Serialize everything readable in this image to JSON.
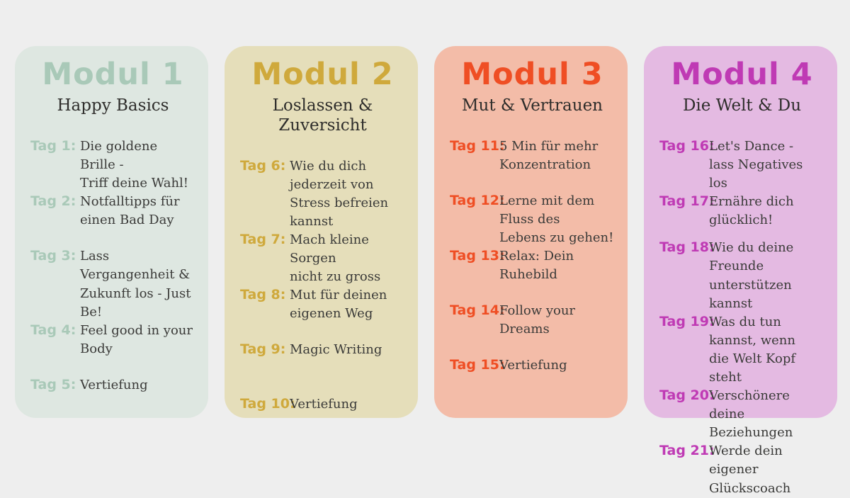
{
  "page": {
    "background": "#eeeeee",
    "text_color": "#3a3a38"
  },
  "modules": [
    {
      "title": "Modul 1",
      "subtitle": "Happy Basics",
      "colors": {
        "card": "#dee7e1",
        "accent": "#a9c9b8"
      },
      "items": [
        {
          "label": "Tag 1:",
          "line1": "Die goldene Brille -",
          "line2": "Triff deine Wahl!"
        },
        {
          "label": "Tag 2:",
          "line1": "Notfalltipps für",
          "line2": "einen Bad Day"
        },
        {
          "label": "Tag 3:",
          "line1": "Lass Vergangenheit &",
          "line2": "Zukunft los - Just Be!"
        },
        {
          "label": "Tag 4:",
          "line1": "Feel good in your Body"
        },
        {
          "label": "Tag 5:",
          "line1": "Vertiefung"
        }
      ]
    },
    {
      "title": "Modul 2",
      "subtitle": "Loslassen & Zuversicht",
      "colors": {
        "card": "#e5deba",
        "accent": "#cfa93c"
      },
      "items": [
        {
          "label": "Tag 6:",
          "line1": "Wie du dich jederzeit von",
          "line2": "Stress befreien kannst"
        },
        {
          "label": "Tag 7:",
          "line1": "Mach kleine Sorgen",
          "line2": "nicht zu gross"
        },
        {
          "label": "Tag 8:",
          "line1": "Mut für deinen",
          "line2": "eigenen Weg"
        },
        {
          "label": "Tag 9:",
          "line1": "Magic Writing"
        },
        {
          "label": "Tag 10:",
          "line1": "Vertiefung"
        }
      ]
    },
    {
      "title": "Modul 3",
      "subtitle": "Mut & Vertrauen",
      "colors": {
        "card": "#f3bca8",
        "accent": "#ef4e24"
      },
      "items": [
        {
          "label": "Tag 11:",
          "line1": "5 Min für mehr",
          "line2": "Konzentration"
        },
        {
          "label": "Tag 12:",
          "line1": "Lerne mit dem Fluss des",
          "line2": "Lebens  zu gehen!"
        },
        {
          "label": "Tag 13:",
          "line1": "Relax: Dein Ruhebild"
        },
        {
          "label": "Tag 14:",
          "line1": "Follow your Dreams"
        },
        {
          "label": "Tag 15:",
          "line1": "Vertiefung"
        }
      ]
    },
    {
      "title": "Modul 4",
      "subtitle": "Die Welt & Du",
      "colors": {
        "card": "#e4bae2",
        "accent": "#bf3ab4"
      },
      "items": [
        {
          "label": "Tag 16:",
          "line1": "Let's Dance -",
          "line2": "lass Negatives los"
        },
        {
          "label": "Tag 17:",
          "line1": "Ernähre dich glücklich!"
        },
        {
          "label": "Tag 18:",
          "line1": "Wie du deine Freunde",
          "line2": "unterstützen kannst"
        },
        {
          "label": "Tag 19:",
          "line1": "Was du tun kannst, wenn",
          "line2": "die Welt Kopf steht"
        },
        {
          "label": "Tag 20:",
          "line1": "Verschönere deine",
          "line2": "Beziehungen"
        },
        {
          "label": "Tag 21:",
          "line1": "Werde dein eigener",
          "line2": "Glückscoach"
        }
      ]
    }
  ]
}
